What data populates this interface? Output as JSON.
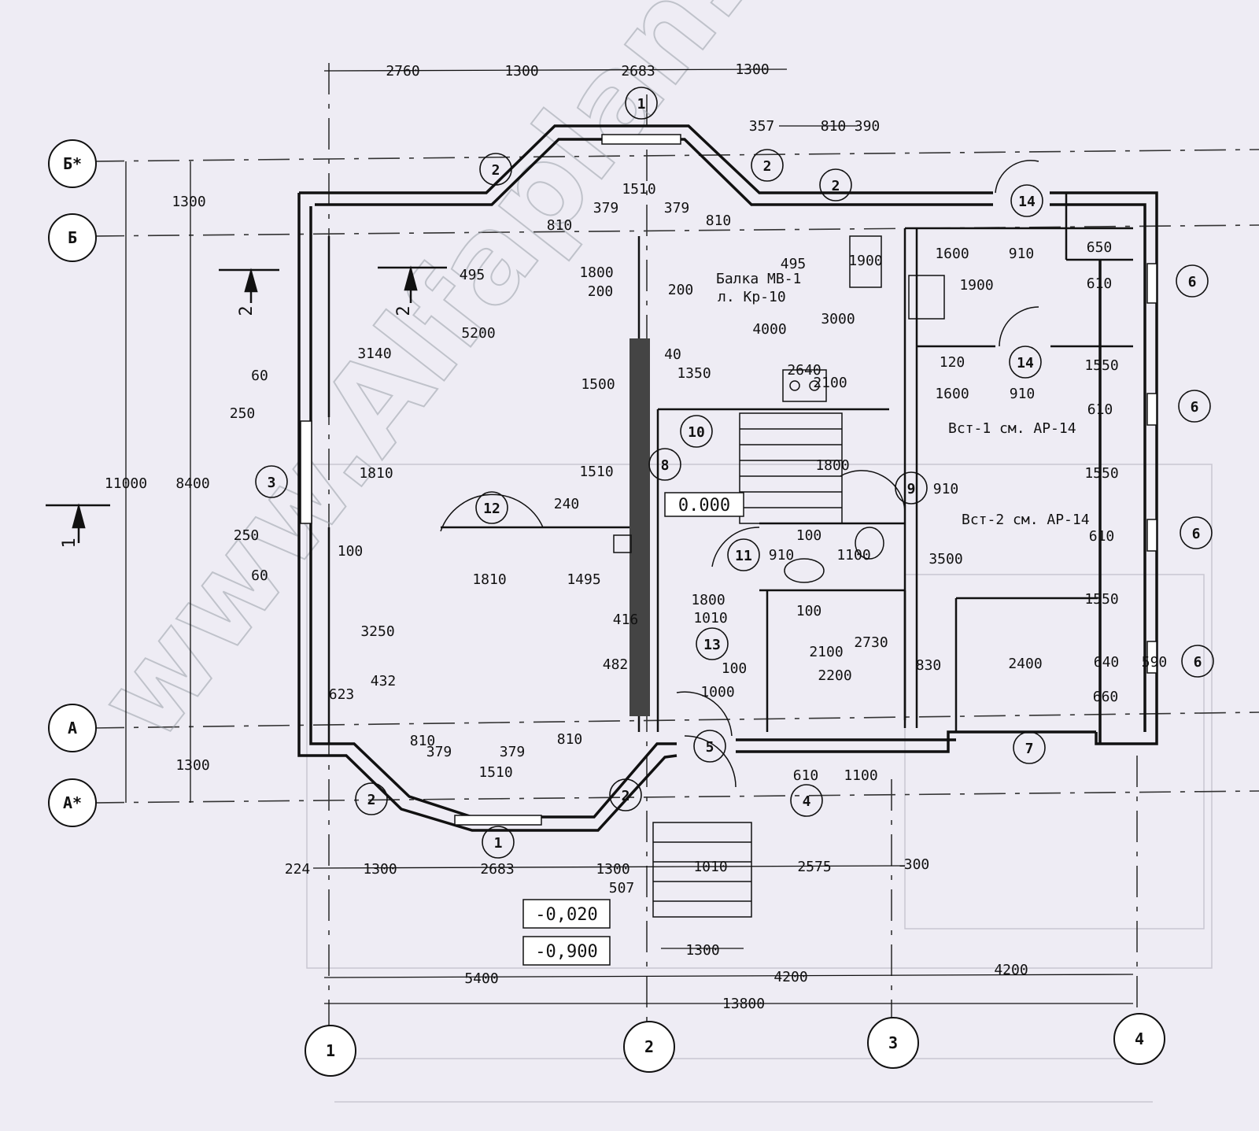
{
  "watermark": "www.Alfaplan.ru",
  "axes_horizontal": [
    {
      "id": "axis-a-star",
      "label": "А*"
    },
    {
      "id": "axis-a",
      "label": "А"
    },
    {
      "id": "axis-b",
      "label": "Б"
    },
    {
      "id": "axis-b-star",
      "label": "Б*"
    }
  ],
  "axes_vertical": [
    {
      "id": "axis-1",
      "label": "1"
    },
    {
      "id": "axis-2",
      "label": "2"
    },
    {
      "id": "axis-3",
      "label": "3"
    },
    {
      "id": "axis-4",
      "label": "4"
    }
  ],
  "dims_top": [
    "2760",
    "1300",
    "2683",
    "1300"
  ],
  "dims_top_right": [
    "357",
    "810",
    "390"
  ],
  "dims_bottom_rows": {
    "row1": [
      "224",
      "1300",
      "2683",
      "1300",
      "1010",
      "2575",
      "300"
    ],
    "row2": [
      "5400",
      "4200",
      "4200"
    ],
    "row3": [
      "13800"
    ],
    "stair": [
      "1300",
      "507"
    ]
  },
  "dims_left": [
    "11000",
    "8400",
    "1300",
    "1300"
  ],
  "elevations": {
    "floor": "0.000",
    "minus_small": "-0,020",
    "minus_large": "-0,900"
  },
  "notes": {
    "beam": "Балка МВ-1",
    "beam_ref": "л. Кр-10",
    "insert1": "Вст-1 см. АР-14",
    "insert2": "Вст-2 см. АР-14"
  },
  "section_marks": [
    "2",
    "2",
    "1"
  ],
  "room_marks": [
    "1",
    "2",
    "2",
    "2",
    "3",
    "1",
    "2",
    "2",
    "4",
    "5",
    "6",
    "6",
    "6",
    "6",
    "7",
    "8",
    "9",
    "10",
    "11",
    "12",
    "13",
    "14",
    "14"
  ],
  "inner_dims": [
    "1510",
    "379",
    "379",
    "810",
    "810",
    "495",
    "495",
    "1800",
    "200",
    "200",
    "5200",
    "4000",
    "3000",
    "3140",
    "1500",
    "40",
    "1350",
    "60",
    "250",
    "1810",
    "1510",
    "240",
    "250",
    "100",
    "60",
    "1810",
    "1495",
    "3250",
    "416",
    "1010",
    "1800",
    "482",
    "623",
    "432",
    "810",
    "379",
    "810",
    "1510",
    "1000",
    "100",
    "2100",
    "2200",
    "2730",
    "100",
    "910",
    "1100",
    "100",
    "1800",
    "910",
    "3500",
    "1600",
    "910",
    "650",
    "1900",
    "610",
    "120",
    "1550",
    "1600",
    "910",
    "610",
    "1550",
    "610",
    "1550",
    "830",
    "2400",
    "640",
    "590",
    "660",
    "610",
    "1100",
    "1900",
    "2640",
    "2100",
    "379"
  ]
}
